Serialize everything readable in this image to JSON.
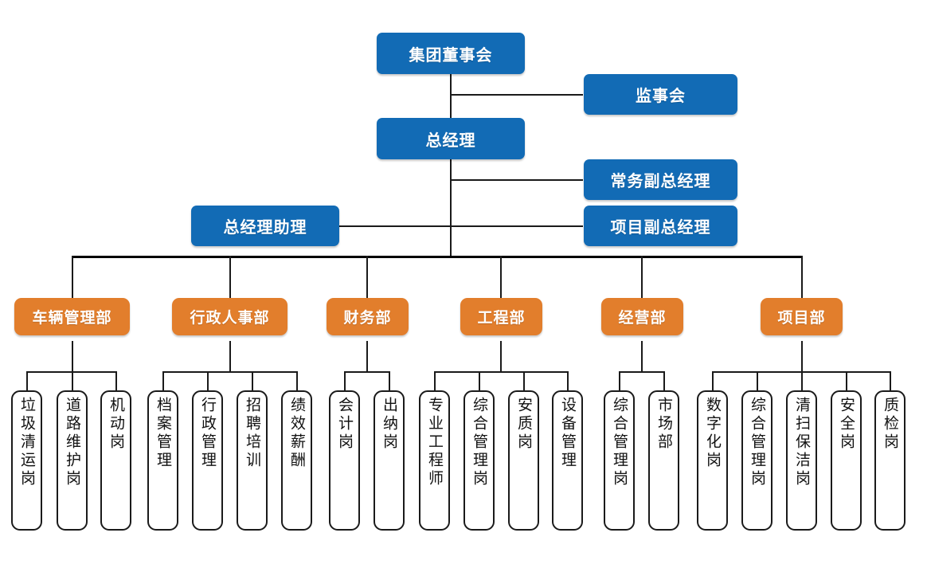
{
  "chart": {
    "title_present": false,
    "type": "org-chart",
    "colors": {
      "executive_blue": "#126BB5",
      "department_orange": "#E27E2C",
      "position_box_border": "#1A1A1A",
      "position_box_fill": "#FFFFFF",
      "connector_line": "#1A1A1A",
      "background": "#FFFFFF"
    }
  },
  "executive": {
    "board": "集团董事会",
    "supervisory_board": "监事会",
    "general_manager": "总经理",
    "executive_deputy_gm": "常务副总经理",
    "project_deputy_gm": "项目副总经理",
    "gm_assistant": "总经理助理"
  },
  "departments": [
    {
      "name": "车辆管理部",
      "positions": [
        "垃圾清运岗",
        "道路维护岗",
        "机动岗"
      ]
    },
    {
      "name": "行政人事部",
      "positions": [
        "档案管理",
        "行政管理",
        "招聘培训",
        "绩效薪酬"
      ]
    },
    {
      "name": "财务部",
      "positions": [
        "会计岗",
        "出纳岗"
      ]
    },
    {
      "name": "工程部",
      "positions": [
        "专业工程师",
        "综合管理岗",
        "安质岗",
        "设备管理"
      ]
    },
    {
      "name": "经营部",
      "positions": [
        "综合管理岗",
        "市场部"
      ]
    },
    {
      "name": "项目部",
      "positions": [
        "数字化岗",
        "综合管理岗",
        "清扫保洁岗",
        "安全岗",
        "质检岗"
      ]
    }
  ]
}
